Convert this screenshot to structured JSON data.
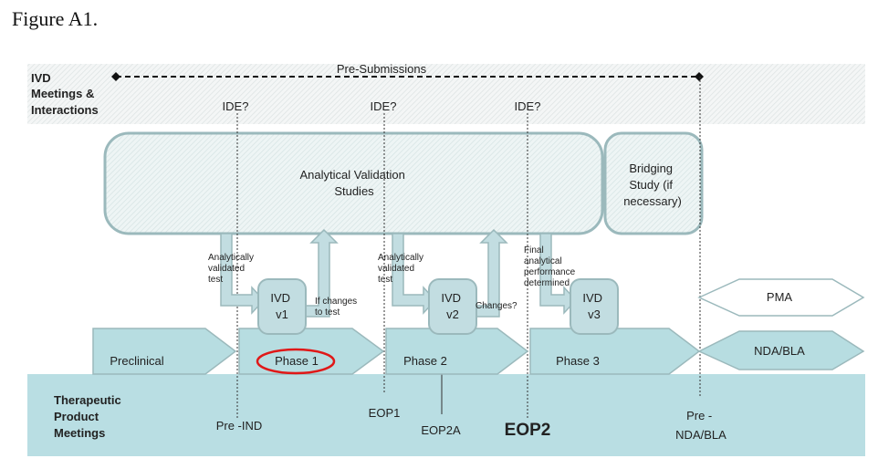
{
  "figure_title": "Figure A1.",
  "ivd_label": [
    "IVD",
    "Meetings &",
    "Interactions"
  ],
  "presubmissions": "Pre-Submissions",
  "ide_labels": [
    "IDE?",
    "IDE?",
    "IDE?"
  ],
  "analytical_validation": [
    "Analytical Validation",
    "Studies"
  ],
  "bridging": [
    "Bridging",
    "Study (if",
    "necessary)"
  ],
  "annotations": {
    "av_test_1": [
      "Analytically",
      "validated",
      "test"
    ],
    "changes_1": [
      "If changes",
      "to test"
    ],
    "av_test_2": [
      "Analytically",
      "validated",
      "test"
    ],
    "changes_2": "Changes?",
    "final_perf": [
      "Final",
      "analytical",
      "performance",
      "determined"
    ]
  },
  "ivd_versions": [
    [
      "IVD",
      "v1"
    ],
    [
      "IVD",
      "v2"
    ],
    [
      "IVD",
      "v3"
    ]
  ],
  "phases": [
    "Preclinical",
    "Phase 1",
    "Phase 2",
    "Phase 3"
  ],
  "pma": "PMA",
  "nda_bla": "NDA/BLA",
  "therapeutic_label": [
    "Therapeutic",
    "Product",
    "Meetings"
  ],
  "meetings": {
    "pre_ind": "Pre -IND",
    "eop1": "EOP1",
    "eop2a": "EOP2A",
    "eop2": "EOP2",
    "pre_nda": [
      "Pre -",
      "NDA/BLA"
    ]
  },
  "colors": {
    "teal_fill": "#b7dde1",
    "box_stroke": "#9bb9bc",
    "arrow_fill": "#c2dde1",
    "band_bg": "#b9dee3",
    "highlight": "#e01818"
  }
}
